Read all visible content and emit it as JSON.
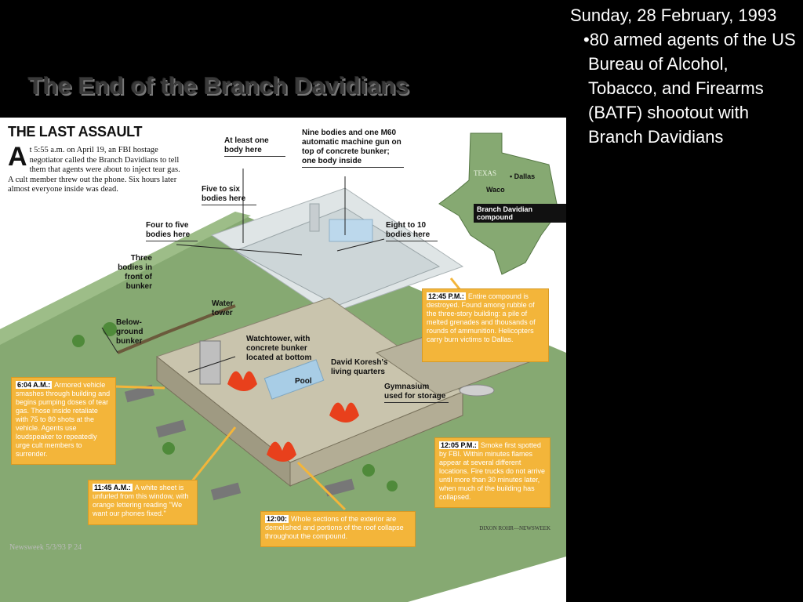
{
  "slide": {
    "title": "The End of the Branch Davidians"
  },
  "notes": {
    "date": "Sunday, 28 February, 1993",
    "bullet": "•80 armed agents of the US Bureau of Alcohol, Tobacco, and Firearms (BATF) shootout with Branch Davidians"
  },
  "graphic": {
    "heading": "THE LAST ASSAULT",
    "intro_dropcap": "A",
    "intro_text": "t 5:55 a.m. on April 19, an FBI hostage negotiator called the Branch Davidians to tell them that agents were about to inject tear gas. A cult member threw out the phone. Six hours later almost everyone inside was dead.",
    "labels": {
      "at_least_one": "At least one body here",
      "nine_bodies": "Nine bodies and one M60 automatic machine gun on top of concrete bunker; one body inside",
      "five_to_six": "Five to six bodies here",
      "four_to_five": "Four to five bodies here",
      "eight_to_ten": "Eight to 10 bodies here",
      "three_bodies": "Three bodies in front of bunker",
      "water_tower": "Water tower",
      "below_ground": "Below-ground bunker",
      "watchtower": "Watchtower, with concrete bunker located at bottom",
      "koresh": "David Koresh's living quarters",
      "pool": "Pool",
      "gymnasium": "Gymnasium used for storage"
    },
    "map": {
      "state": "TEXAS",
      "city1": "• Dallas",
      "city2": "Waco",
      "compound": "Branch Davidian compound"
    },
    "callouts": {
      "c1245_time": "12:45 P.M.:",
      "c1245_text": "Entire compound is destroyed. Found among rubble of the three-story building: a pile of melted grenades and thousands of rounds of ammunition. Helicopters carry burn victims to Dallas.",
      "c604_time": "6:04 A.M.:",
      "c604_text": "Armored vehicle smashes through building and begins pumping doses of tear gas. Those inside retaliate with 75 to 80 shots at the vehicle. Agents use loudspeaker to repeatedly urge cult members to surrender.",
      "c1205_time": "12:05 P.M.:",
      "c1205_text": "Smoke first spotted by FBI. Within minutes flames appear at several different locations. Fire trucks do not arrive until more than 30 minutes later, when much of the building has collapsed.",
      "c1145_time": "11:45 A.M.:",
      "c1145_text": "A white sheet is unfurled from this window, with orange lettering reading \"We want our phones fixed.\"",
      "c1200_time": "12:00:",
      "c1200_text": "Whole sections of the exterior are demolished and portions of the roof collapse throughout the compound."
    },
    "credit": "DIXON ROHR—NEWSWEEK",
    "source": "Newsweek 5/3/93 P 24"
  },
  "colors": {
    "grass": "#86a972",
    "building": "#b8b4a0",
    "callout": "#f3b53a",
    "fire": "#e8401c"
  }
}
